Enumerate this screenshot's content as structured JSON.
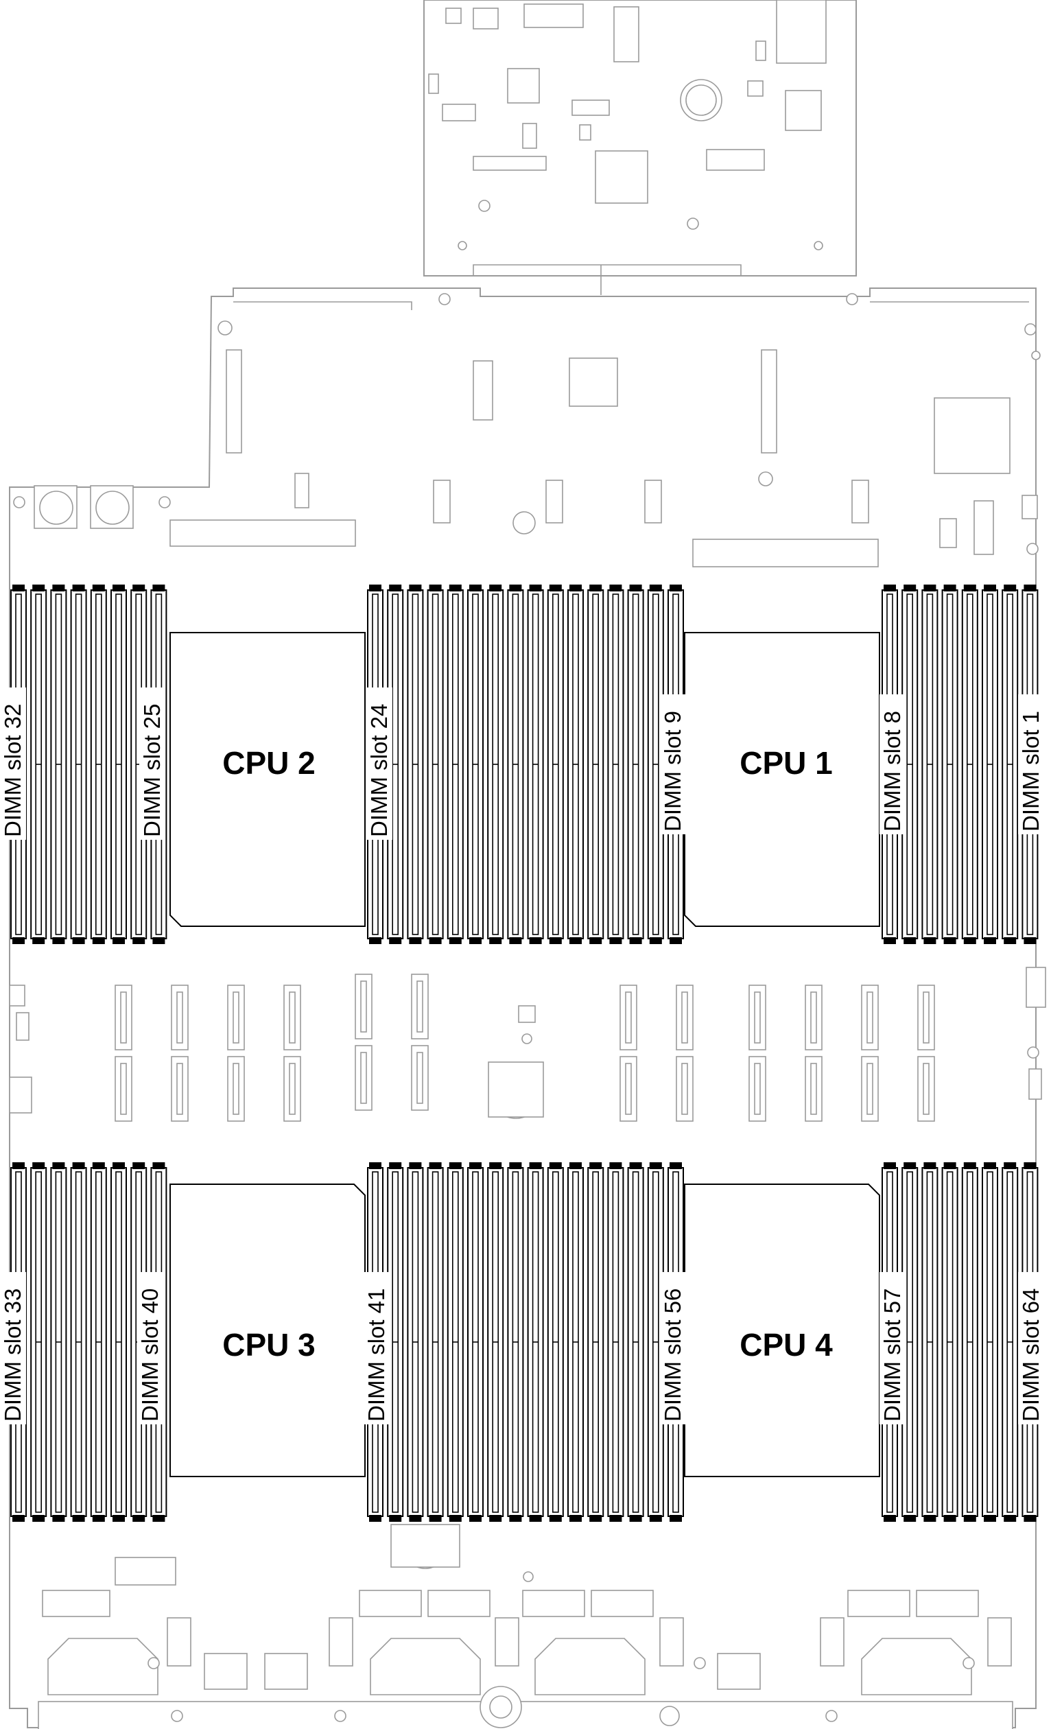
{
  "cpus": {
    "cpu1": "CPU 1",
    "cpu2": "CPU 2",
    "cpu3": "CPU 3",
    "cpu4": "CPU 4"
  },
  "dimm_labels": {
    "slot1": "DIMM slot 1",
    "slot8": "DIMM slot 8",
    "slot9": "DIMM slot 9",
    "slot24": "DIMM slot 24",
    "slot25": "DIMM slot 25",
    "slot32": "DIMM slot 32",
    "slot33": "DIMM slot 33",
    "slot40": "DIMM slot 40",
    "slot41": "DIMM slot 41",
    "slot56": "DIMM slot 56",
    "slot57": "DIMM slot 57",
    "slot64": "DIMM slot 64"
  },
  "colors": {
    "highlight": "#000000",
    "board_outline": "#9a9a9a",
    "background": "#ffffff"
  }
}
